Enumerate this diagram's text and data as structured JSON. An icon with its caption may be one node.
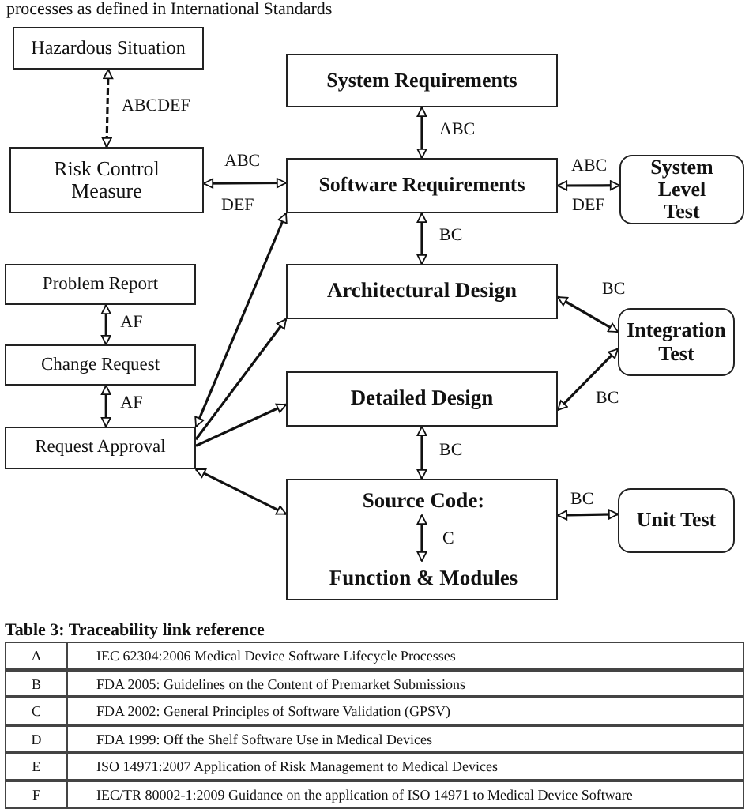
{
  "diagram": {
    "nodes": [
      {
        "text": [
          "Hazardous Situation"
        ]
      },
      {
        "text": [
          "Risk Control Measure"
        ]
      },
      {
        "text": [
          "System Requirements"
        ]
      },
      {
        "text": [
          "Software Requirements"
        ]
      },
      {
        "text": [
          "System Level Test"
        ]
      },
      {
        "text": [
          "Problem Report"
        ]
      },
      {
        "text": [
          "Change Request"
        ]
      },
      {
        "text": [
          "Request Approval"
        ]
      },
      {
        "text": [
          "Architectural Design"
        ]
      },
      {
        "text": [
          "Integration Test"
        ]
      },
      {
        "text": [
          "Detailed Design"
        ]
      },
      {
        "text": [],
        "shape": "box"
      },
      {
        "text": [
          "Source Code:"
        ],
        "in": 11
      },
      {
        "text": [
          "Function & Modules"
        ],
        "in": 11
      },
      {
        "text": [
          "Unit Test"
        ]
      }
    ],
    "edges": [
      {
        "from": 0,
        "to": 1,
        "arrow": "both",
        "label": "ABCDEF",
        "style": "dashed"
      },
      {
        "from": 2,
        "to": 3,
        "arrow": "both",
        "label": "ABC"
      },
      {
        "from": 1,
        "to": 3,
        "arrow": "both",
        "label": "ABC"
      },
      {
        "from": 3,
        "to": 4,
        "arrow": "both",
        "label": "ABC"
      },
      {
        "from": 3,
        "to": 8,
        "arrow": "both",
        "label": "BC"
      },
      {
        "from": 5,
        "to": 6,
        "arrow": "both",
        "label": "AF"
      },
      {
        "from": 6,
        "to": 7,
        "arrow": "both",
        "label": "AF"
      },
      {
        "from": 7,
        "to": 3,
        "arrow": "both"
      },
      {
        "from": 7,
        "to": 8,
        "arrow": "to"
      },
      {
        "from": 7,
        "to": 10,
        "arrow": "to"
      },
      {
        "from": 7,
        "to": 11,
        "arrow": "both"
      },
      {
        "from": 8,
        "to": 9,
        "arrow": "both",
        "label": "BC"
      },
      {
        "from": 10,
        "to": 9,
        "arrow": "both",
        "label": "BC"
      },
      {
        "from": 10,
        "to": 11,
        "arrow": "both",
        "label": "BC"
      },
      {
        "from": 11,
        "to": 14,
        "arrow": "both",
        "label": "BC"
      },
      {
        "from": 12,
        "to": 13,
        "arrow": "both",
        "label": "C"
      }
    ],
    "labels": [
      "processes as defined in International Standards",
      "DEF",
      "DEF",
      "Table 3: Traceability link reference",
      "A",
      "IEC 62304:2006 Medical Device Software Lifecycle Processes",
      "B",
      "FDA 2005: Guidelines on the Content of Premarket Submissions",
      "C",
      "FDA 2002: General Principles of Software Validation (GPSV)",
      "D",
      "FDA 1999: Off the Shelf Software Use in Medical Devices",
      "E",
      "ISO 14971:2007 Application of Risk Management to Medical Devices",
      "F",
      "IEC/TR 80002-1:2009 Guidance on the application of ISO 14971 to Medical Device Software"
    ]
  }
}
